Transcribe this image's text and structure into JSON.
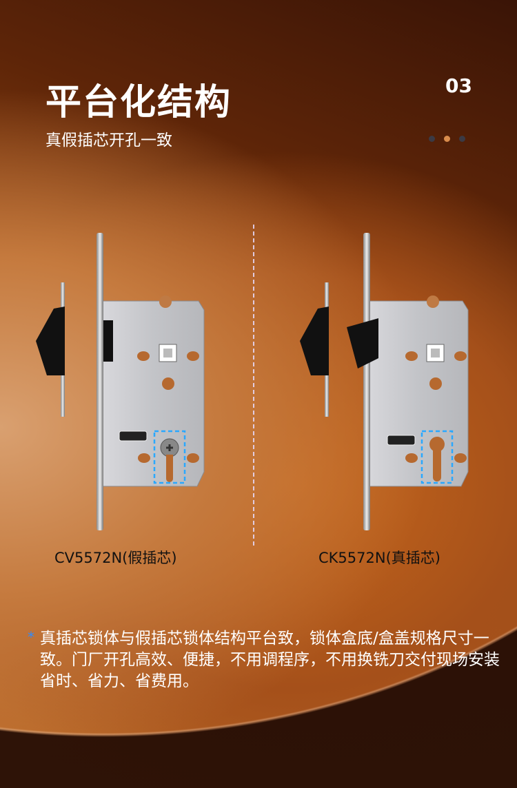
{
  "header": {
    "title": "平台化结构",
    "subtitle": "真假插芯开孔一致",
    "page_number": "03"
  },
  "pager": {
    "total": 3,
    "active": 2
  },
  "products": [
    {
      "caption": "CV5572N(假插芯)",
      "cylinder": "fake"
    },
    {
      "caption": "CK5572N(真插芯)",
      "cylinder": "real"
    }
  ],
  "note": {
    "bullet": "*",
    "text": "真插芯锁体与假插芯锁体结构平台致，锁体盒底/盒盖规格尺寸一致。门厂开孔高效、便捷，不用调程序，不用换铣刀交付现场安装省时、省力、省费用。"
  },
  "colors": {
    "accent_dot": "#d98c4c",
    "dashed_box": "#2aa8ff"
  }
}
